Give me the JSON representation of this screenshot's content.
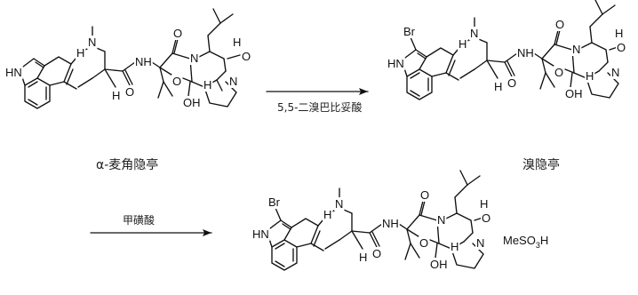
{
  "compounds": [
    {
      "name": "α-麦角隐亭",
      "atoms": {
        "indole_nh": "HN",
        "amine_n": "N",
        "n_methyl": "",
        "h_ring": "H",
        "h_c8": "H",
        "amide_nh": "NH",
        "amide_o": "O",
        "oxazolidine_o": "O",
        "lactam_o": "O",
        "lactam_n": "N",
        "imide_n": "N",
        "oh": "OH",
        "h_cyc": "H",
        "h_c5": "H",
        "imide_o": "O"
      },
      "bromo": ""
    },
    {
      "name": "溴隐亭",
      "atoms": {
        "indole_nh": "HN",
        "amine_n": "N",
        "n_methyl": "",
        "h_ring": "H",
        "h_c8": "H",
        "amide_nh": "NH",
        "amide_o": "O",
        "oxazolidine_o": "O",
        "lactam_o": "O",
        "lactam_n": "N",
        "imide_n": "N",
        "oh": "OH",
        "h_cyc": "H",
        "h_c5": "H",
        "imide_o": "O"
      },
      "bromo": "Br"
    },
    {
      "name": "",
      "atoms": {
        "indole_nh": "HN",
        "amine_n": "N",
        "n_methyl": "",
        "h_ring": "H",
        "h_c8": "H",
        "amide_nh": "NH",
        "amide_o": "O",
        "oxazolidine_o": "O",
        "lactam_o": "O",
        "lactam_n": "N",
        "imide_n": "N",
        "oh": "OH",
        "h_cyc": "H",
        "h_c5": "H",
        "imide_o": "O"
      },
      "bromo": "Br",
      "salt": "MeSO",
      "salt_sub": "3",
      "salt_tail": "H"
    }
  ],
  "reactions": [
    {
      "reagent": "5,5-二溴巴比妥酸"
    },
    {
      "reagent": "甲磺酸"
    }
  ]
}
